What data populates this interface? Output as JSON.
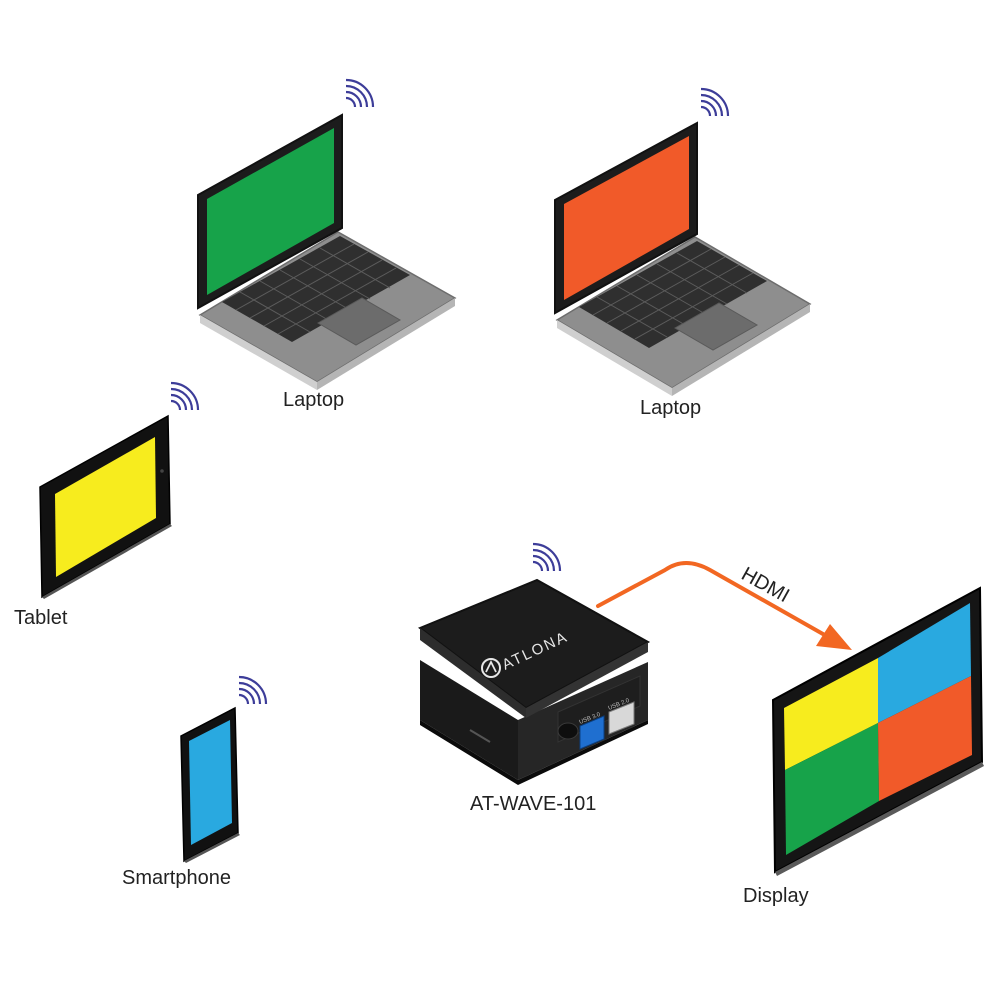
{
  "devices": [
    {
      "id": "laptop-1",
      "label": "Laptop",
      "screen_color": "#17a34a"
    },
    {
      "id": "laptop-2",
      "label": "Laptop",
      "screen_color": "#f15a29"
    },
    {
      "id": "tablet",
      "label": "Tablet",
      "screen_color": "#f7ec1e"
    },
    {
      "id": "smartphone",
      "label": "Smartphone",
      "screen_color": "#29a9e0"
    }
  ],
  "receiver": {
    "label": "AT-WAVE-101",
    "brand": "ATLONA",
    "ports": [
      "USB 3.0",
      "USB 2.0"
    ]
  },
  "connection": {
    "label": "HDMI",
    "color": "#f26722"
  },
  "display": {
    "label": "Display",
    "quadrant_colors": [
      "#f7ec1e",
      "#29a9e0",
      "#17a34a",
      "#f15a29"
    ]
  },
  "wifi_color": "#3d3d99",
  "icons": [
    "wifi-icon",
    "laptop-icon",
    "tablet-icon",
    "smartphone-icon",
    "atlona-logo-icon",
    "display-icon"
  ]
}
